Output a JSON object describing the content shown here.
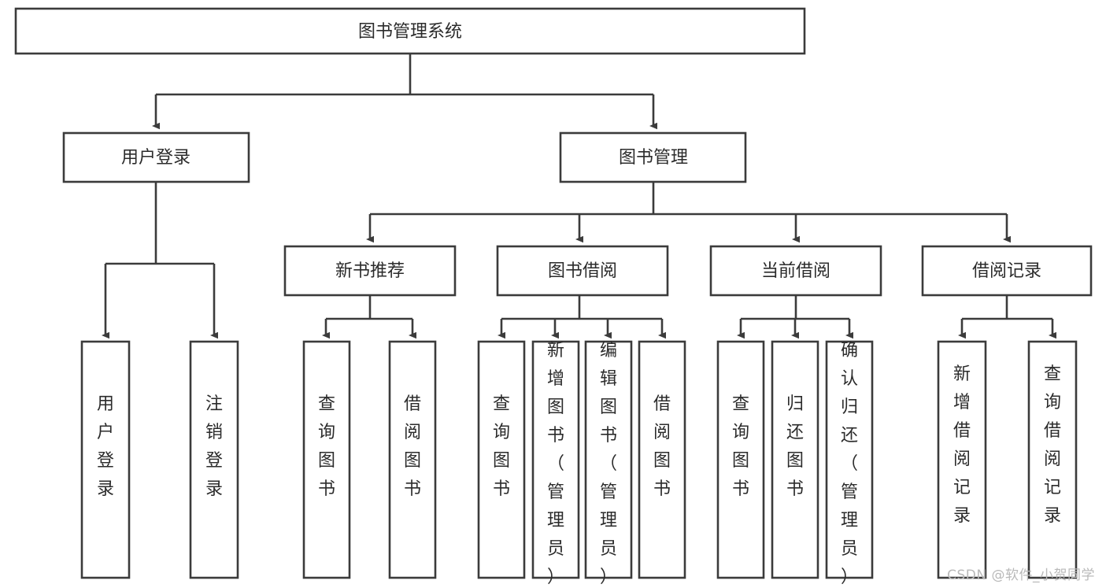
{
  "diagram": {
    "title": "图书管理系统",
    "root": {
      "id": "root",
      "label": "图书管理系统"
    },
    "level2": [
      {
        "id": "user-login",
        "label": "用户登录"
      },
      {
        "id": "book-management",
        "label": "图书管理"
      }
    ],
    "level3": [
      {
        "id": "new-book-recommend",
        "label": "新书推荐",
        "parent": "book-management"
      },
      {
        "id": "book-borrow",
        "label": "图书借阅",
        "parent": "book-management"
      },
      {
        "id": "current-borrow",
        "label": "当前借阅",
        "parent": "book-management"
      },
      {
        "id": "borrow-record",
        "label": "借阅记录",
        "parent": "book-management"
      }
    ],
    "leaves": [
      {
        "id": "leaf-user-login",
        "label": "用户登录",
        "parent": "user-login"
      },
      {
        "id": "leaf-logout-login",
        "label": "注销登录",
        "parent": "user-login"
      },
      {
        "id": "leaf-query-book-1",
        "label": "查询图书",
        "parent": "new-book-recommend"
      },
      {
        "id": "leaf-borrow-book-1",
        "label": "借阅图书",
        "parent": "new-book-recommend"
      },
      {
        "id": "leaf-query-book-2",
        "label": "查询图书",
        "parent": "book-borrow"
      },
      {
        "id": "leaf-add-book",
        "label": "新增图书（管理员）",
        "parent": "book-borrow"
      },
      {
        "id": "leaf-edit-book",
        "label": "编辑图书（管理员）",
        "parent": "book-borrow"
      },
      {
        "id": "leaf-borrow-book-2",
        "label": "借阅图书",
        "parent": "book-borrow"
      },
      {
        "id": "leaf-query-book-3",
        "label": "查询图书",
        "parent": "current-borrow"
      },
      {
        "id": "leaf-return-book",
        "label": "归还图书",
        "parent": "current-borrow"
      },
      {
        "id": "leaf-confirm-return",
        "label": "确认归还（管理员）",
        "parent": "current-borrow"
      },
      {
        "id": "leaf-add-record",
        "label": "新增借阅记录",
        "parent": "borrow-record"
      },
      {
        "id": "leaf-query-record",
        "label": "查询借阅记录",
        "parent": "borrow-record"
      }
    ],
    "colors": {
      "stroke": "#3b3b3b",
      "fill": "#ffffff",
      "text": "#2b2b2b",
      "watermark": "#b9b9b9"
    }
  },
  "watermark": {
    "text": "CSDN @软件_小贺同学"
  }
}
